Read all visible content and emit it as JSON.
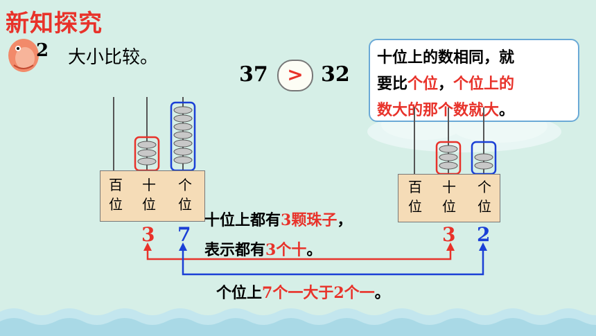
{
  "section_title": "新知探究",
  "question": {
    "number": "2",
    "text": "大小比较。"
  },
  "comparison": {
    "left": "37",
    "operator": ">",
    "right": "32"
  },
  "bubble": {
    "line1": "十位上的数相同，就",
    "line2_a": "要比",
    "line2_b": "个位",
    "line2_c": "，",
    "line2_d": "个位上的",
    "line3_a": "数大的那个数就大",
    "line3_b": "。"
  },
  "abacus_left": {
    "labels": [
      {
        "top": "百",
        "bottom": "位"
      },
      {
        "top": "十",
        "bottom": "位"
      },
      {
        "top": "个",
        "bottom": "位"
      }
    ],
    "beads": [
      0,
      3,
      7
    ],
    "tens_digit": "3",
    "ones_digit": "7"
  },
  "abacus_right": {
    "labels": [
      {
        "top": "百",
        "bottom": "位"
      },
      {
        "top": "十",
        "bottom": "位"
      },
      {
        "top": "个",
        "bottom": "位"
      }
    ],
    "beads": [
      0,
      3,
      2
    ],
    "tens_digit": "3",
    "ones_digit": "2"
  },
  "explain1": {
    "a": "十位上都有",
    "b": "3颗珠子",
    "c": "，"
  },
  "explain2": {
    "a": "表示都有",
    "b": "3个十",
    "c": "。"
  },
  "explain3": {
    "a": "个位上",
    "b": "7个一大于2个一",
    "c": "。"
  },
  "colors": {
    "background": "#d6efe7",
    "accent_red": "#e8322a",
    "accent_blue": "#1a3fd6",
    "bead": "#c8c8c8",
    "abacus_base": "#f5dcb7"
  }
}
